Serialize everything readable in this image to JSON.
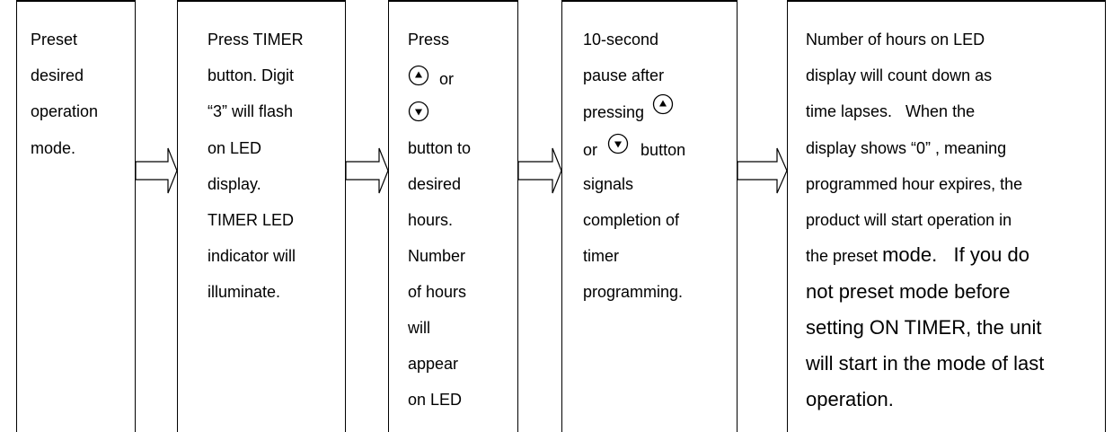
{
  "steps": [
    {
      "lines": [
        "Preset",
        "desired",
        "operation",
        "mode."
      ]
    },
    {
      "lines": [
        "Press TIMER",
        "button. Digit",
        "“3” will flash",
        "on LED",
        "display.",
        "TIMER LED",
        "indicator will",
        "illuminate."
      ]
    },
    {
      "line1": "Press",
      "line2_suffix": "or",
      "lines_rest": [
        "button to",
        "desired",
        "hours.",
        "Number",
        "of hours",
        "will",
        "appear",
        "on LED"
      ]
    },
    {
      "lines_top": [
        "10-second",
        "pause after"
      ],
      "pressing": "pressing",
      "or": "or",
      "button": "button",
      "lines_rest": [
        "signals",
        "completion of",
        "timer",
        "programming."
      ]
    },
    {
      "lines_small": [
        "Number of hours on LED",
        "display will count down as",
        "time lapses.   When the",
        "display shows “0” , meaning",
        "programmed hour expires, the",
        "product will start operation in"
      ],
      "line7_small": "the preset",
      "line7_big": "mode.   If you do",
      "lines_big": [
        "not preset mode before",
        "setting ON TIMER, the unit",
        "will start in the mode of last",
        "operation."
      ]
    }
  ],
  "icons": {
    "up": "up-arrow-button-icon",
    "down": "down-arrow-button-icon"
  }
}
